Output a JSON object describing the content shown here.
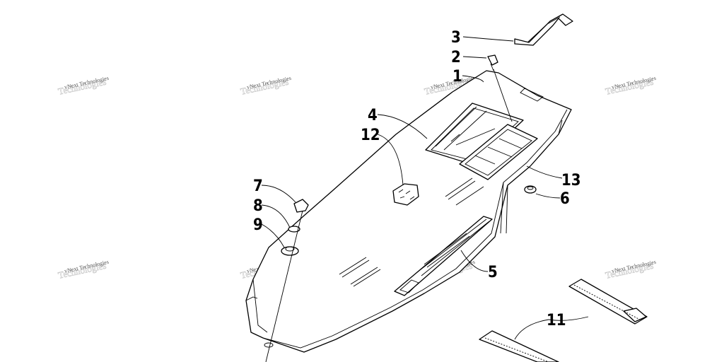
{
  "callouts": {
    "c1": "1",
    "c2": "2",
    "c3": "3",
    "c4": "4",
    "c5": "5",
    "c6": "6",
    "c7": "7",
    "c8": "8",
    "c9": "9",
    "c11": "11",
    "c12": "12",
    "c13": "13"
  },
  "watermark": {
    "text": "vNext Technologies",
    "behind_text": "Technologies"
  }
}
